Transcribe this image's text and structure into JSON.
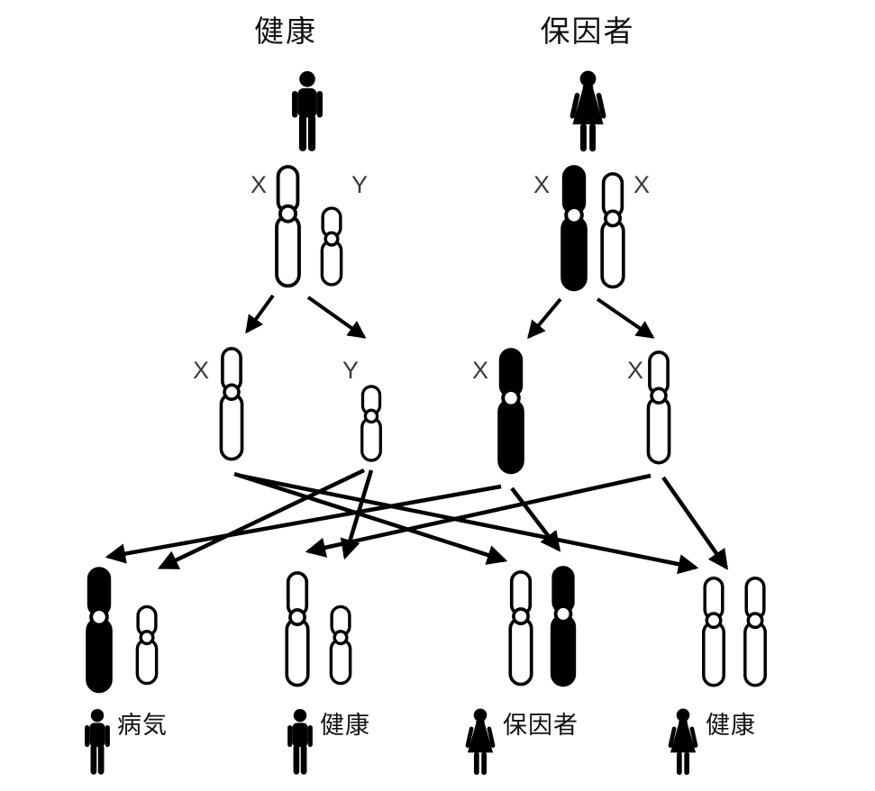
{
  "diagram": {
    "type": "x-linked-recessive-inheritance-pedigree"
  },
  "parents": {
    "father": {
      "status_label": "健康",
      "chromosomes": {
        "x": "X",
        "y": "Y"
      }
    },
    "mother": {
      "status_label": "保因者",
      "chromosomes": {
        "x_affected": "X",
        "x_normal": "X"
      }
    }
  },
  "gametes": {
    "father_x": "X",
    "father_y": "Y",
    "mother_x_affected": "X",
    "mother_x_normal": "X"
  },
  "offspring": [
    {
      "status_label": "病気",
      "sex": "male",
      "genotype": "affected X + Y"
    },
    {
      "status_label": "健康",
      "sex": "male",
      "genotype": "normal X + Y"
    },
    {
      "status_label": "保因者",
      "sex": "female",
      "genotype": "normal X + affected X"
    },
    {
      "status_label": "健康",
      "sex": "female",
      "genotype": "normal X + normal X"
    }
  ],
  "colors": {
    "affected_chromosome": "#000000",
    "normal_chromosome": "#ffffff",
    "ink": "#000000"
  }
}
